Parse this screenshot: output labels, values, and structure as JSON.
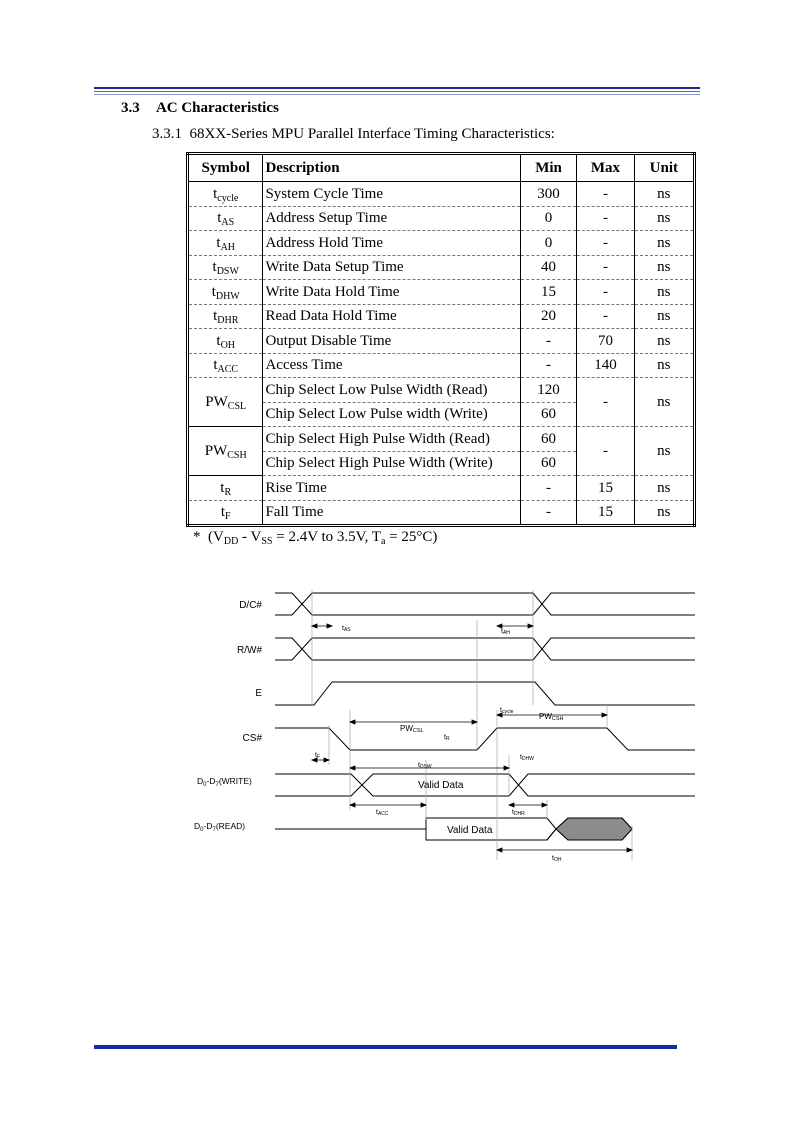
{
  "section": {
    "number": "3.3",
    "title": "AC Characteristics"
  },
  "subsection": {
    "number": "3.3.1",
    "title": "68XX-Series MPU Parallel Interface Timing Characteristics:"
  },
  "table": {
    "headers": {
      "symbol": "Symbol",
      "description": "Description",
      "min": "Min",
      "max": "Max",
      "unit": "Unit"
    },
    "rows": [
      {
        "sym": "t",
        "sub": "cycle",
        "desc": "System Cycle Time",
        "min": "300",
        "max": "-",
        "unit": "ns"
      },
      {
        "sym": "t",
        "sub": "AS",
        "desc": "Address Setup Time",
        "min": "0",
        "max": "-",
        "unit": "ns"
      },
      {
        "sym": "t",
        "sub": "AH",
        "desc": "Address Hold Time",
        "min": "0",
        "max": "-",
        "unit": "ns"
      },
      {
        "sym": "t",
        "sub": "DSW",
        "desc": "Write Data Setup Time",
        "min": "40",
        "max": "-",
        "unit": "ns"
      },
      {
        "sym": "t",
        "sub": "DHW",
        "desc": "Write Data Hold Time",
        "min": "15",
        "max": "-",
        "unit": "ns"
      },
      {
        "sym": "t",
        "sub": "DHR",
        "desc": "Read Data Hold Time",
        "min": "20",
        "max": "-",
        "unit": "ns"
      },
      {
        "sym": "t",
        "sub": "OH",
        "desc": "Output Disable Time",
        "min": "-",
        "max": "70",
        "unit": "ns"
      },
      {
        "sym": "t",
        "sub": "ACC",
        "desc": "Access Time",
        "min": "-",
        "max": "140",
        "unit": "ns"
      }
    ],
    "pwcsl": {
      "sym": "PW",
      "sub": "CSL",
      "desc1": "Chip Select Low Pulse Width (Read)",
      "min1": "120",
      "desc2": "Chip Select Low Pulse width (Write)",
      "min2": "60",
      "max": "-",
      "unit": "ns"
    },
    "pwcsh": {
      "sym": "PW",
      "sub": "CSH",
      "desc1": "Chip Select High Pulse Width (Read)",
      "min1": "60",
      "desc2": "Chip Select High Pulse Width (Write)",
      "min2": "60",
      "max": "-",
      "unit": "ns"
    },
    "tail_rows": [
      {
        "sym": "t",
        "sub": "R",
        "desc": "Rise Time",
        "min": "-",
        "max": "15",
        "unit": "ns"
      },
      {
        "sym": "t",
        "sub": "F",
        "desc": "Fall Time",
        "min": "-",
        "max": "15",
        "unit": "ns"
      }
    ]
  },
  "note": "* (V<sub>DD</sub> - V<sub>SS</sub> = 2.4V to 3.5V, T<sub>a</sub> = 25°C)",
  "note_parts": {
    "star": "*",
    "vdd": "V",
    "vdd_sub": "DD",
    "dash": " - V",
    "vss_sub": "SS",
    "range": " = 2.4V to 3.5V, T",
    "ta_sub": "a",
    "temp": " = 25°C)"
  },
  "diagram": {
    "signals": {
      "dc": "D/C#",
      "rw": "R/W#",
      "e": "E",
      "cs": "CS#",
      "dwrite_pre": "D",
      "dwrite_mid": "-D",
      "dwrite_post": "(WRITE)",
      "dread_pre": "D",
      "dread_mid": "-D",
      "dread_post": "(READ)",
      "d0": "0",
      "d7": "7"
    },
    "labels": {
      "tas": "t",
      "tas_sub": "AS",
      "tah": "t",
      "tah_sub": "AH",
      "tcycle": "t",
      "tcycle_sub": "cycle",
      "pwcsh": "PW",
      "pwcsh_sub": "CSH",
      "pwcsl": "PW",
      "pwcsl_sub": "CSL",
      "tr": "t",
      "tr_sub": "R",
      "tf": "t",
      "tf_sub": "F",
      "tdhw": "t",
      "tdhw_sub": "DHW",
      "tdsw": "t",
      "tdsw_sub": "DSW",
      "valid_write": "Valid Data",
      "tacc": "t",
      "tacc_sub": "ACC",
      "tdhr": "t",
      "tdhr_sub": "DHR",
      "valid_read": "Valid Data",
      "toh": "t",
      "toh_sub": "OH"
    },
    "colors": {
      "hatch": "#8c8c8c"
    }
  }
}
